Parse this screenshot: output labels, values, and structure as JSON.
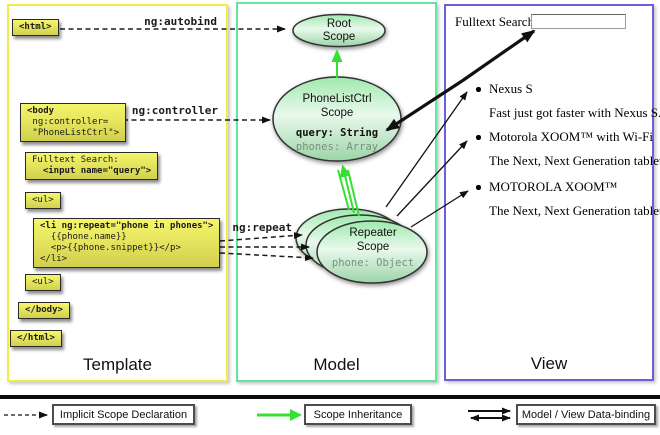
{
  "columns": {
    "template": "Template",
    "model": "Model",
    "view": "View"
  },
  "template_code": {
    "html_open": "<html>",
    "body_open": [
      "<body",
      " ng:controller=",
      " \"PhoneListCtrl\">"
    ],
    "fulltext": [
      "Fulltext Search:",
      "  <input name=\"query\">"
    ],
    "ul_open": "<ul>",
    "li": [
      "<li ng:repeat=\"phone in phones\">",
      "  {{phone.name}}",
      "  <p>{{phone.snippet}}</p>",
      "</li>"
    ],
    "ul_close": "<ul>",
    "body_close": "</body>",
    "html_close": "</html>"
  },
  "bindings": {
    "autobind": "ng:autobind",
    "controller": "ng:controller",
    "repeat": "ng:repeat"
  },
  "scopes": {
    "root": {
      "line1": "Root",
      "line2": "Scope"
    },
    "phonelist": {
      "line1": "PhoneListCtrl",
      "line2": "Scope",
      "prop1": "query: String",
      "prop2": "phones: Array"
    },
    "repeater": {
      "line1": "Repeater",
      "line2": "Scope",
      "prop1": "phone: Object"
    }
  },
  "view": {
    "search_label": "Fulltext Search:",
    "search_value": "",
    "items": [
      {
        "title": "Nexus S",
        "desc": "Fast just got faster with Nexus S."
      },
      {
        "title": "Motorola XOOM™  with Wi-Fi",
        "desc": "The Next, Next Generation tablet."
      },
      {
        "title": "MOTOROLA XOOM™",
        "desc": "The Next, Next Generation tablet."
      }
    ]
  },
  "legend": {
    "implicit": "Implicit Scope Declaration",
    "inheritance": "Scope Inheritance",
    "databinding": "Model / View Data-binding"
  },
  "colors": {
    "template_border": "#f0ee45",
    "model_border": "#5fe6a1",
    "view_border": "#6c5fdd",
    "box_fill": "#f2f25e",
    "scope_fill": "#b9eec4",
    "green_arrow": "#35e035"
  }
}
